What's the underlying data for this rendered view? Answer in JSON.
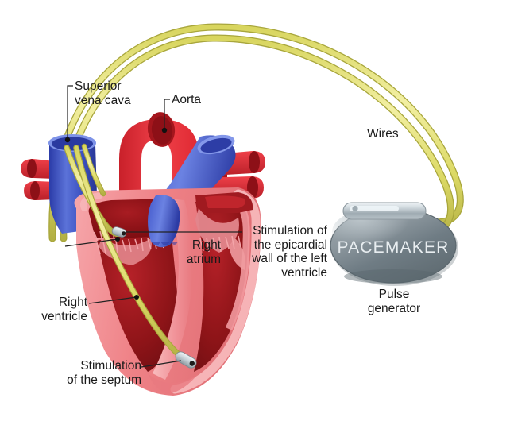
{
  "illustration": {
    "title": "Cardiac pacemaker implantation diagram",
    "subject": "human heart cross-section with pacemaker leads"
  },
  "labels": {
    "superior_vena_cava": "Superior\nvena cava",
    "aorta": "Aorta",
    "wires": "Wires",
    "stimulation_epicardial": "Stimulation of\nthe epicardial\nwall of the left\nventricle",
    "right_atrium": "Right\natrium",
    "right_ventricle": "Right\nventricle",
    "stimulation_septum": "Stimulation\nof the septum",
    "pulse_generator": "Pulse\ngenerator"
  },
  "device": {
    "body_text": "PACEMAKER"
  },
  "colors": {
    "artery_red": "#e8333a",
    "artery_red_dark": "#b81f28",
    "vein_blue": "#3a54c8",
    "vein_blue_light": "#6f86e0",
    "myocardium_pink": "#f08a8f",
    "myocardium_pink_light": "#f7b0b3",
    "chamber_dark": "#9e1b1e",
    "wire_yellow": "#e4e26a",
    "wire_outline": "#a8a63c",
    "device_gray": "#7e8a91",
    "device_gray_light": "#aab4ba",
    "header_silver": "#c8d2d8",
    "label_text": "#1a1a1a",
    "leader_line": "#222222",
    "background": "#ffffff"
  }
}
